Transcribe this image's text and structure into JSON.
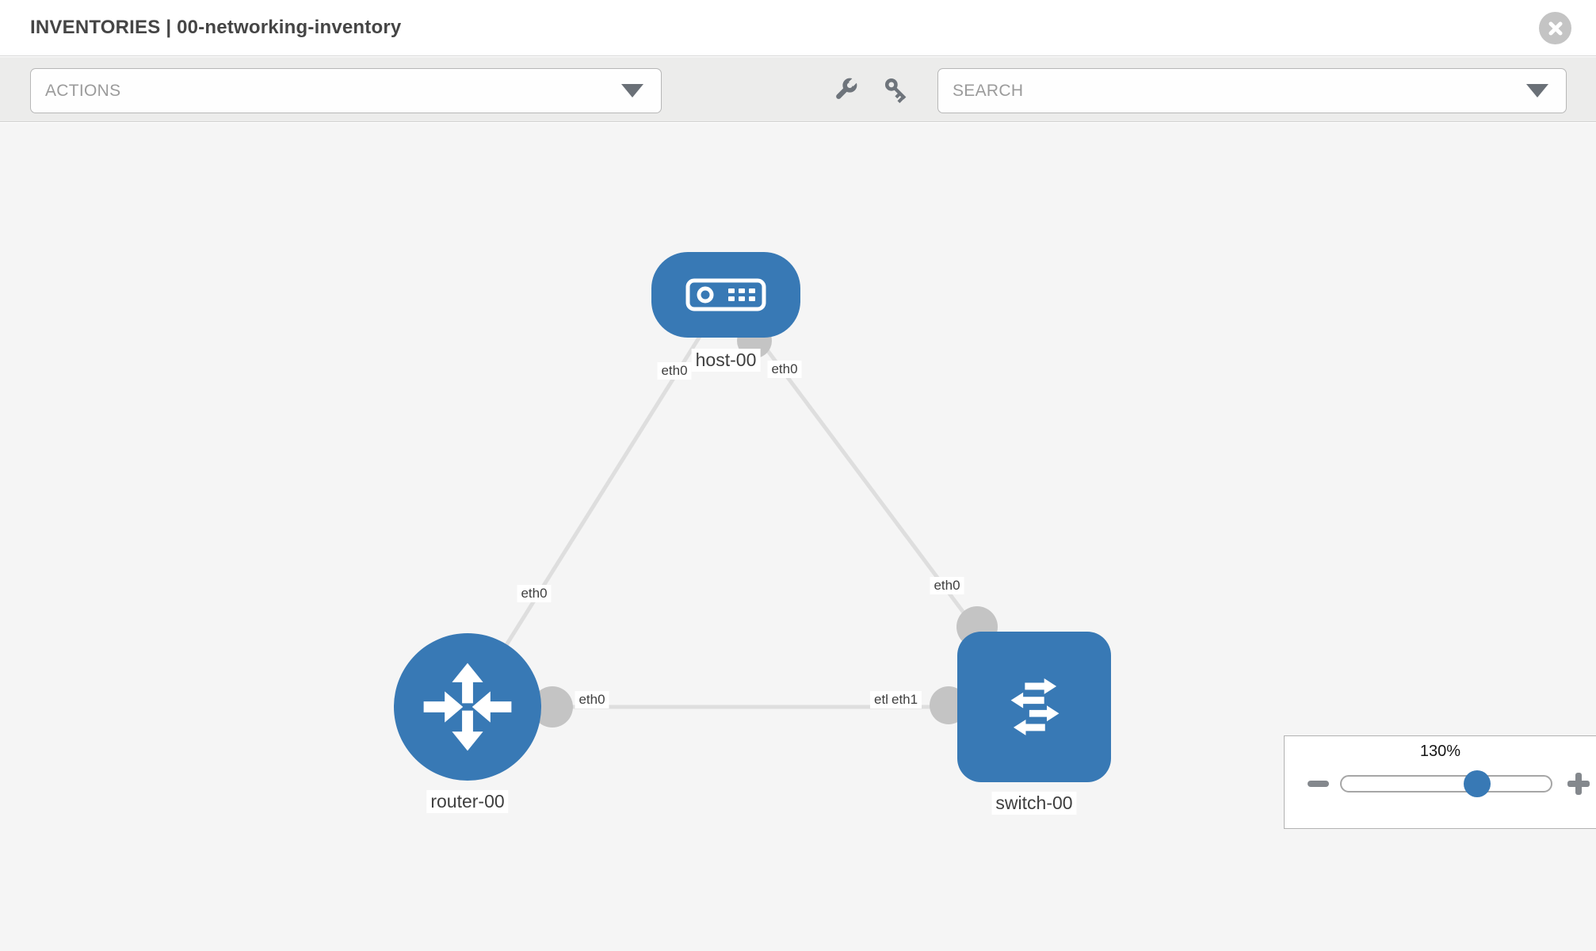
{
  "header": {
    "title": "INVENTORIES | 00-networking-inventory"
  },
  "toolbar": {
    "actions_label": "ACTIONS",
    "search_label": "SEARCH"
  },
  "topology": {
    "nodes": [
      {
        "name": "host-00",
        "type": "host"
      },
      {
        "name": "router-00",
        "type": "router"
      },
      {
        "name": "switch-00",
        "type": "switch"
      }
    ],
    "labels": {
      "host_port_left": "eth0",
      "host_port_right": "eth0",
      "host_router_link_mid": "eth0",
      "host_switch_link_mid": "eth0",
      "router_port_right": "eth0",
      "switch_overlap_under": "eth0",
      "switch_overlap_top": "eth1"
    }
  },
  "zoom_control": {
    "value": "130%"
  },
  "colors": {
    "node_blue": "#3879b5",
    "link_gray": "#dedede",
    "port_gray": "#c4c4c4",
    "canvas_bg": "#f5f5f5",
    "toolbar_bg": "#ececeb"
  }
}
